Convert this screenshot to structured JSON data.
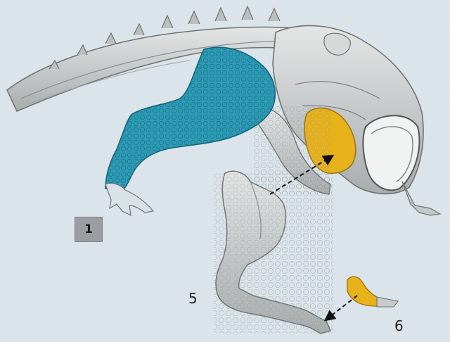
{
  "figure": {
    "labels": {
      "panel_number": "1",
      "part_5": "5",
      "part_6": "6"
    },
    "colors": {
      "background": "#dfe7ec",
      "bone": "#c9cbcb",
      "bone_shadow": "#8e9292",
      "highlight_leg": "#2e9bb4",
      "highlight_bone": "#e8b21a"
    },
    "icons": [
      "dashed-arrow-icon",
      "dashed-arrow-icon"
    ]
  }
}
